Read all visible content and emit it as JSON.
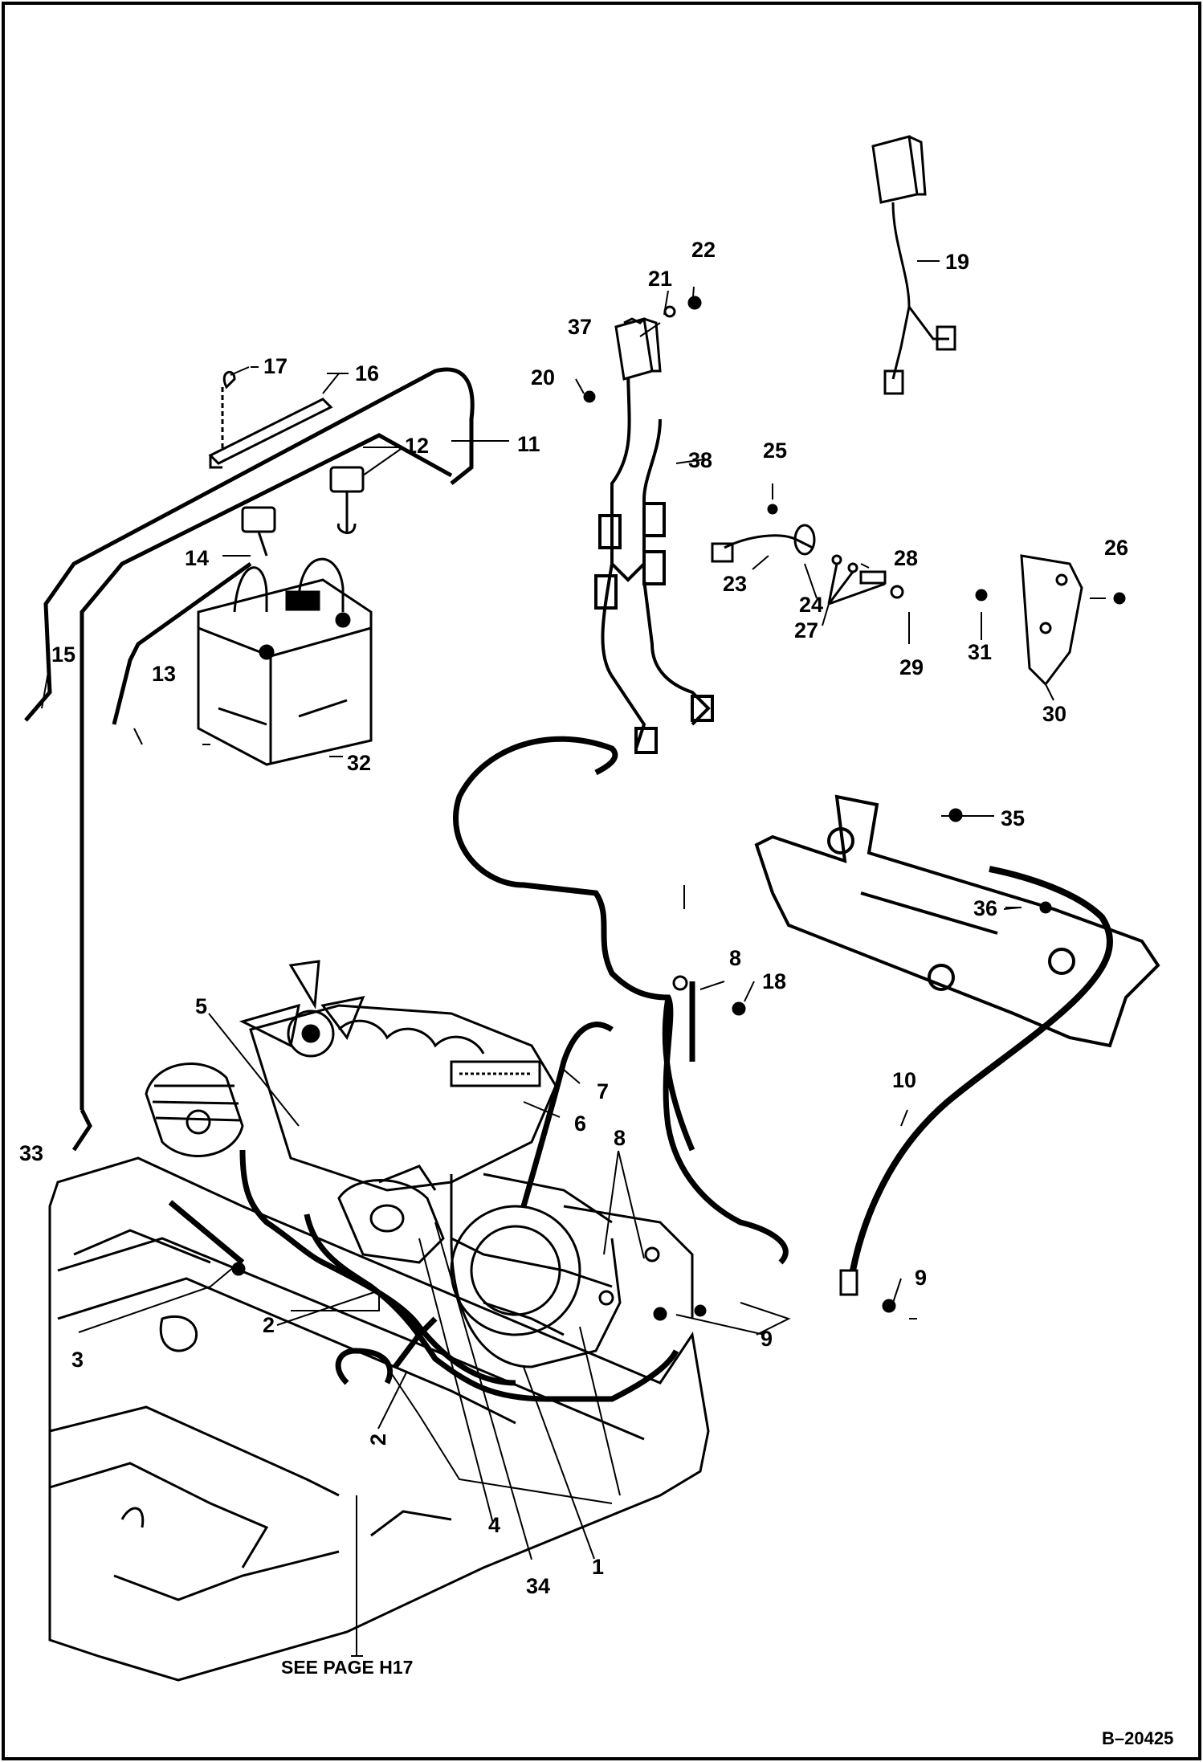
{
  "callouts": {
    "c1": "1",
    "c2a": "2",
    "c2b": "2",
    "c3": "3",
    "c4": "4",
    "c5": "5",
    "c6": "6",
    "c7": "7",
    "c8a": "8",
    "c8b": "8",
    "c9a": "9",
    "c9b": "9",
    "c10": "10",
    "c11": "11",
    "c12": "12",
    "c13": "13",
    "c14": "14",
    "c15": "15",
    "c16": "16",
    "c17": "17",
    "c18": "18",
    "c19": "19",
    "c20": "20",
    "c21": "21",
    "c22": "22",
    "c23": "23",
    "c24": "24",
    "c25": "25",
    "c26": "26",
    "c27": "27",
    "c28": "28",
    "c29": "29",
    "c30": "30",
    "c31": "31",
    "c32": "32",
    "c33": "33",
    "c34": "34",
    "c35": "35",
    "c36": "36",
    "c37": "37",
    "c38": "38"
  },
  "reference_note": "SEE PAGE H17",
  "drawing_code": "B–20425"
}
